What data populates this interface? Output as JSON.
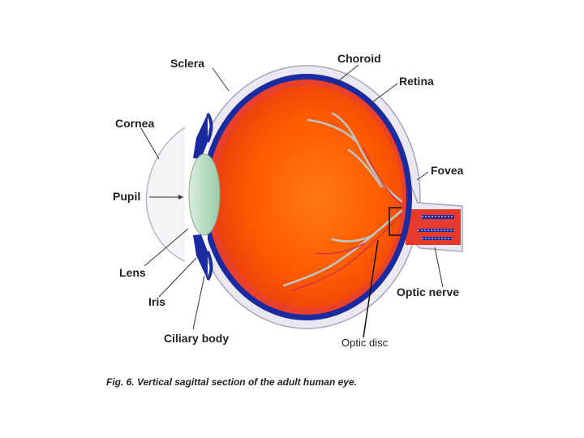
{
  "labels": {
    "sclera": "Sclera",
    "choroid": "Choroid",
    "retina": "Retina",
    "cornea": "Cornea",
    "fovea": "Fovea",
    "pupil": "Pupil",
    "lens": "Lens",
    "iris": "Iris",
    "optic_nerve": "Optic nerve",
    "ciliary_body": "Ciliary body",
    "optic_disc": "Optic disc"
  },
  "caption": "Fig. 6. Vertical sagittal section of the adult human eye.",
  "colors": {
    "vitreous": "#ff6a00",
    "choroid": "#1a2aa0",
    "retina": "#e8402a",
    "sclera": "#ece8f2",
    "lens": "#b8dcc0",
    "vessels": "#b8c8c8"
  }
}
